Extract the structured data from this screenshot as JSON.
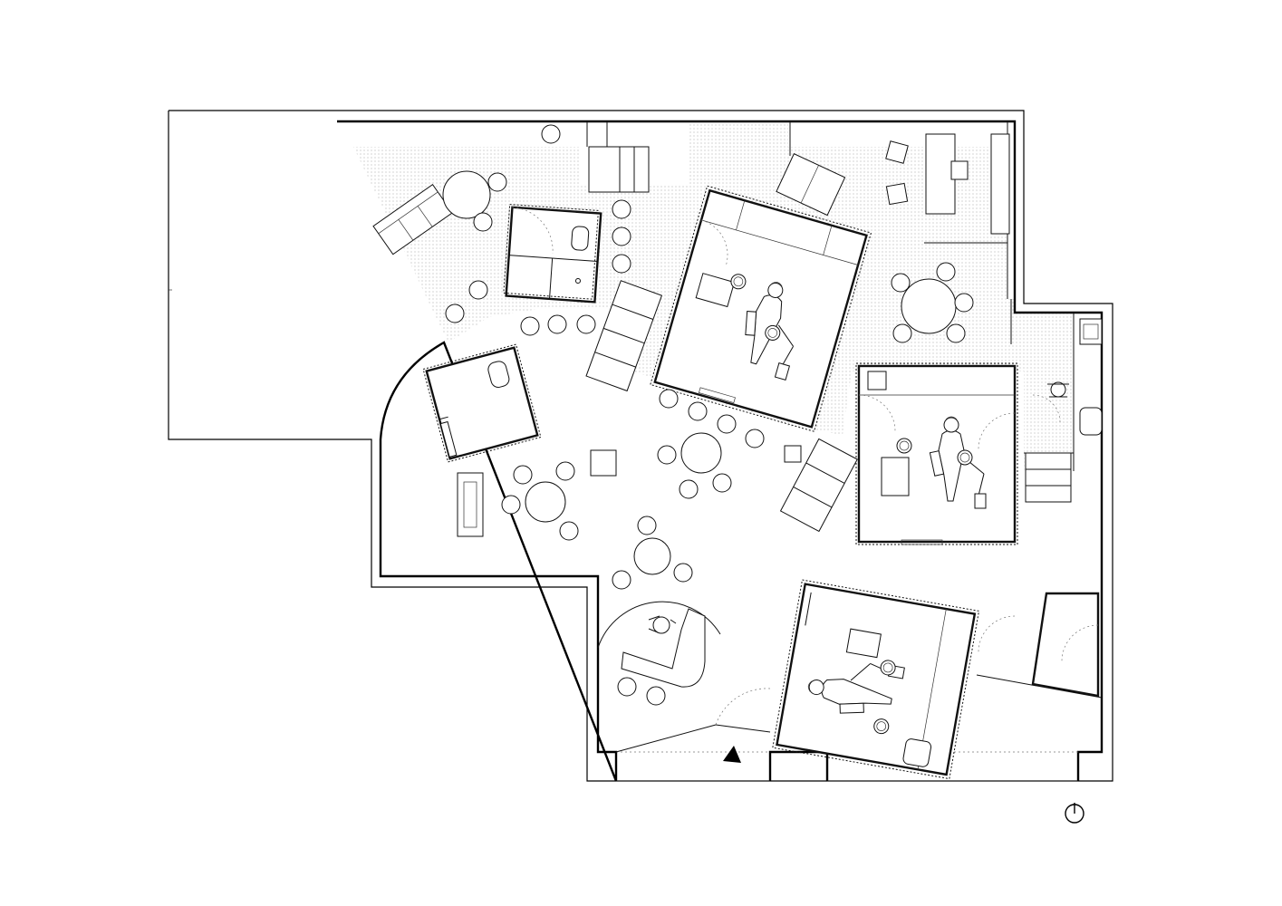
{
  "drawing": {
    "kind": "architectural floor plan",
    "line_color": "#111111",
    "background": "#ffffff",
    "hatch_color": "#9a9a9a"
  },
  "symbols": {
    "entrance": "entrance-arrow-icon",
    "north": "north-arrow-icon"
  },
  "rooms": [
    {
      "id": "treatment-room-1",
      "furniture": [
        "dental-chair",
        "stool",
        "stool",
        "cabinet"
      ]
    },
    {
      "id": "treatment-room-2",
      "furniture": [
        "dental-chair",
        "stool",
        "stool",
        "cabinet"
      ]
    },
    {
      "id": "treatment-room-3",
      "furniture": [
        "dental-chair",
        "stool",
        "stool",
        "cabinet"
      ]
    },
    {
      "id": "toilet-1",
      "furniture": [
        "wc",
        "sink"
      ]
    },
    {
      "id": "toilet-2",
      "furniture": [
        "wc",
        "sink"
      ]
    },
    {
      "id": "reception",
      "furniture": [
        "curved-desk",
        "office-chair"
      ]
    }
  ]
}
